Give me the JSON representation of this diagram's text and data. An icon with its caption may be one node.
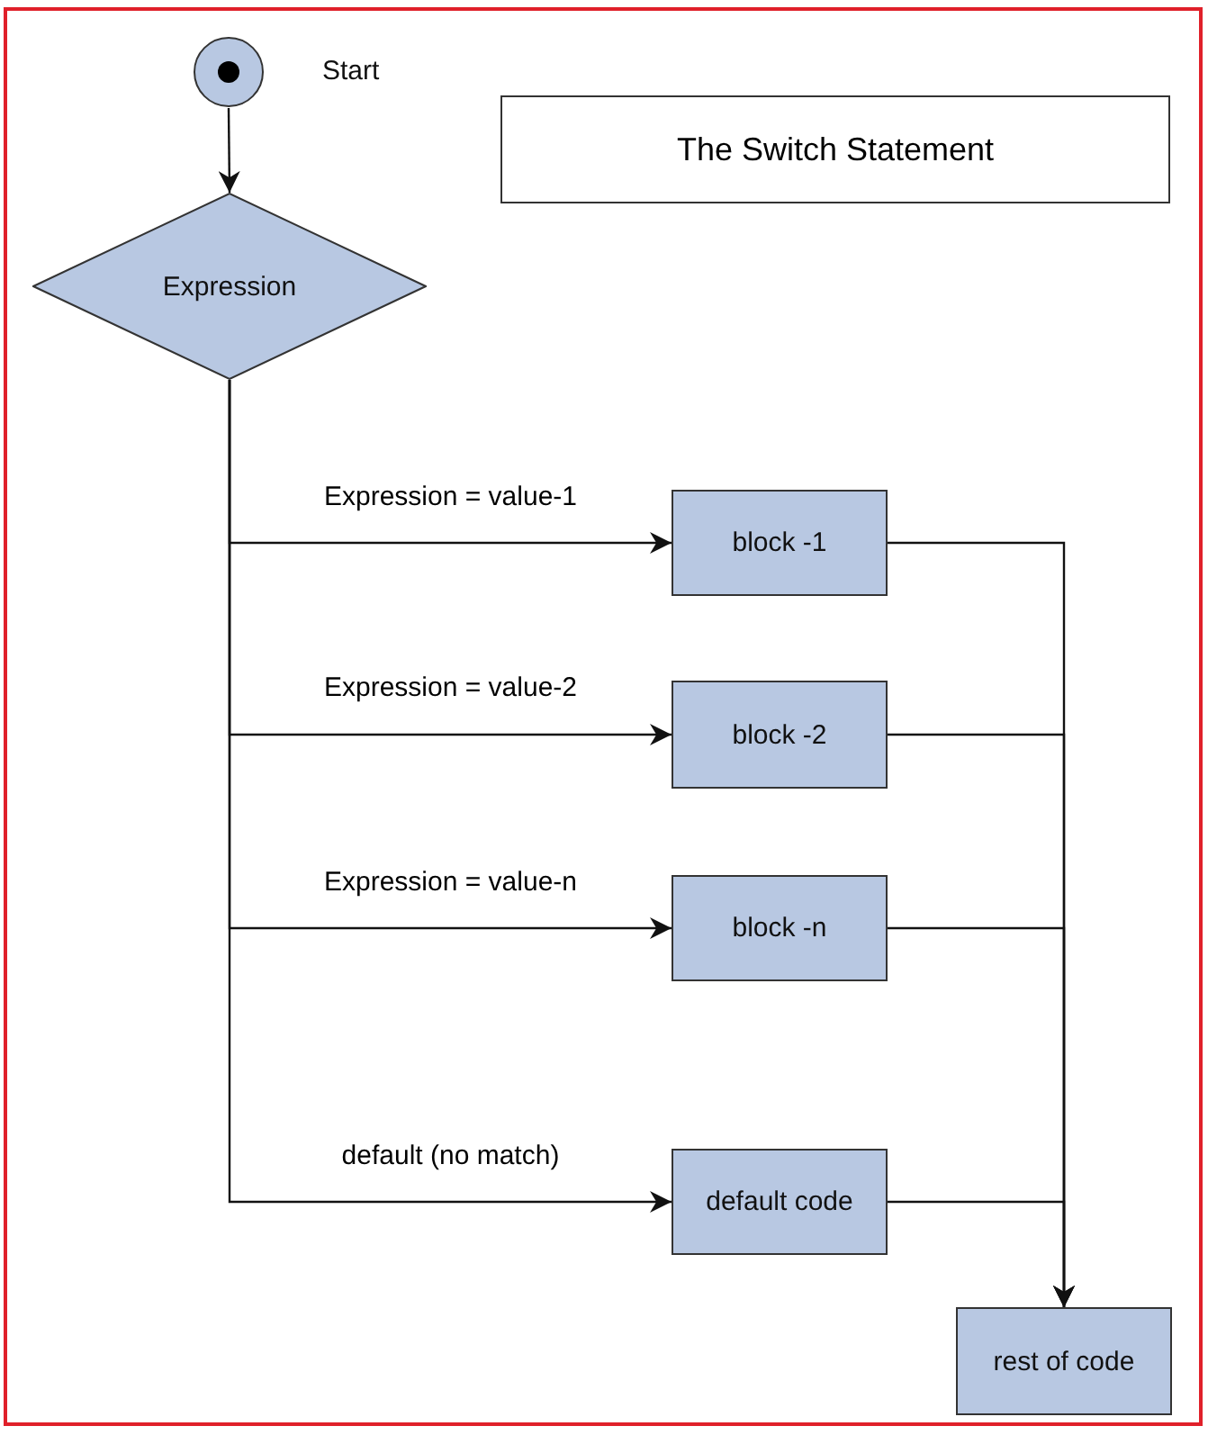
{
  "diagram": {
    "title": "The Switch Statement",
    "nodes": [
      {
        "text": [],
        "shape": "circle",
        "beside": [
          "Start"
        ]
      },
      {
        "text": [
          "Expression"
        ]
      },
      {
        "text": [
          "block -1"
        ]
      },
      {
        "text": [
          "block -2"
        ]
      },
      {
        "text": [
          "block -n"
        ]
      },
      {
        "text": [
          "default code"
        ]
      },
      {
        "text": [
          "rest of code"
        ]
      }
    ],
    "edges": [
      {
        "from": 0,
        "to": 1,
        "arrow": "to"
      },
      {
        "from": 1,
        "to": 2,
        "arrow": "to",
        "label": "Expression = value-1"
      },
      {
        "from": 1,
        "to": 3,
        "arrow": "to",
        "label": "Expression = value-2"
      },
      {
        "from": 1,
        "to": 4,
        "arrow": "to",
        "label": "Expression = value-n"
      },
      {
        "from": 1,
        "to": 5,
        "arrow": "to",
        "label": "default (no match)"
      },
      {
        "from": 2,
        "to": 6,
        "arrow": "to"
      },
      {
        "from": 3,
        "to": 6,
        "arrow": "to"
      },
      {
        "from": 4,
        "to": 6,
        "arrow": "to"
      },
      {
        "from": 5,
        "to": 6,
        "arrow": "to"
      }
    ]
  }
}
